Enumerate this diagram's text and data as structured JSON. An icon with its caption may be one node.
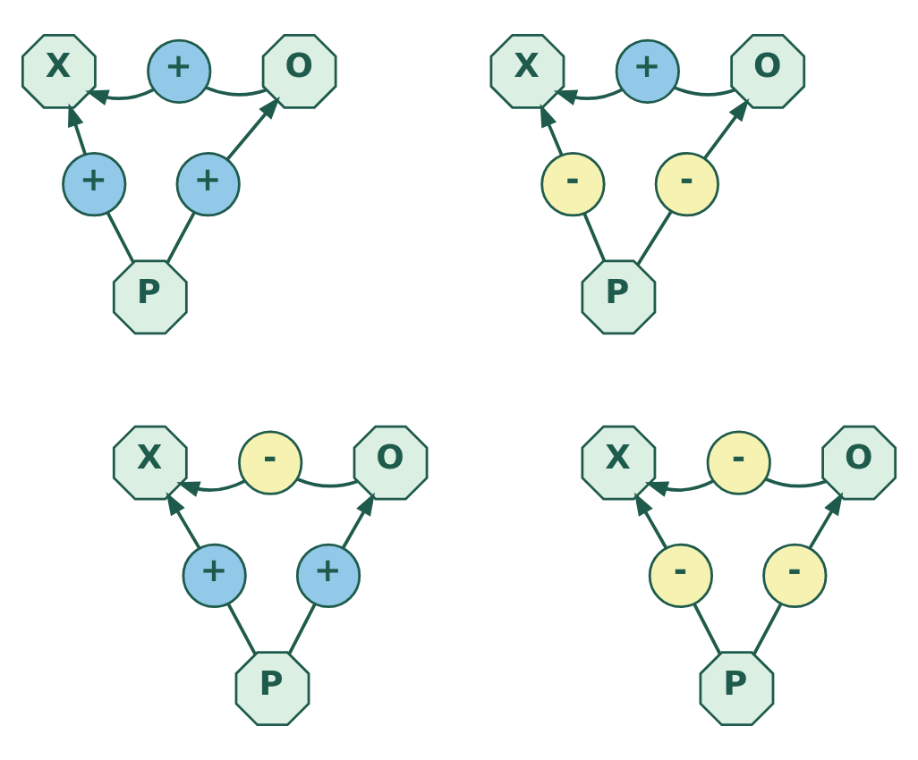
{
  "diagram": {
    "nodes": [
      {
        "text": [
          "X"
        ]
      },
      {
        "text": [
          "+"
        ]
      },
      {
        "text": [
          "O"
        ]
      },
      {
        "text": [
          "+"
        ]
      },
      {
        "text": [
          "+"
        ]
      },
      {
        "text": [
          "P"
        ]
      },
      {
        "text": [
          "X"
        ]
      },
      {
        "text": [
          "+"
        ]
      },
      {
        "text": [
          "O"
        ]
      },
      {
        "text": [
          "-"
        ]
      },
      {
        "text": [
          "-"
        ]
      },
      {
        "text": [
          "P"
        ]
      },
      {
        "text": [
          "X"
        ]
      },
      {
        "text": [
          "-"
        ]
      },
      {
        "text": [
          "O"
        ]
      },
      {
        "text": [
          "+"
        ]
      },
      {
        "text": [
          "+"
        ]
      },
      {
        "text": [
          "P"
        ]
      },
      {
        "text": [
          "X"
        ]
      },
      {
        "text": [
          "-"
        ]
      },
      {
        "text": [
          "O"
        ]
      },
      {
        "text": [
          "-"
        ]
      },
      {
        "text": [
          "-"
        ]
      },
      {
        "text": [
          "P"
        ]
      }
    ],
    "edges": [
      {
        "from": 2,
        "to": 1,
        "arrow": "none"
      },
      {
        "from": 1,
        "to": 0,
        "arrow": "to"
      },
      {
        "from": 5,
        "to": 3,
        "arrow": "none"
      },
      {
        "from": 3,
        "to": 0,
        "arrow": "to"
      },
      {
        "from": 5,
        "to": 4,
        "arrow": "none"
      },
      {
        "from": 4,
        "to": 2,
        "arrow": "to"
      },
      {
        "from": 8,
        "to": 7,
        "arrow": "none"
      },
      {
        "from": 7,
        "to": 6,
        "arrow": "to"
      },
      {
        "from": 11,
        "to": 9,
        "arrow": "none"
      },
      {
        "from": 9,
        "to": 6,
        "arrow": "to"
      },
      {
        "from": 11,
        "to": 10,
        "arrow": "none"
      },
      {
        "from": 10,
        "to": 8,
        "arrow": "to"
      },
      {
        "from": 14,
        "to": 13,
        "arrow": "none"
      },
      {
        "from": 13,
        "to": 12,
        "arrow": "to"
      },
      {
        "from": 17,
        "to": 15,
        "arrow": "none"
      },
      {
        "from": 15,
        "to": 12,
        "arrow": "to"
      },
      {
        "from": 17,
        "to": 16,
        "arrow": "none"
      },
      {
        "from": 16,
        "to": 14,
        "arrow": "to"
      },
      {
        "from": 20,
        "to": 19,
        "arrow": "none"
      },
      {
        "from": 19,
        "to": 18,
        "arrow": "to"
      },
      {
        "from": 23,
        "to": 21,
        "arrow": "none"
      },
      {
        "from": 21,
        "to": 18,
        "arrow": "to"
      },
      {
        "from": 23,
        "to": 22,
        "arrow": "none"
      },
      {
        "from": 22,
        "to": 20,
        "arrow": "to"
      }
    ]
  }
}
